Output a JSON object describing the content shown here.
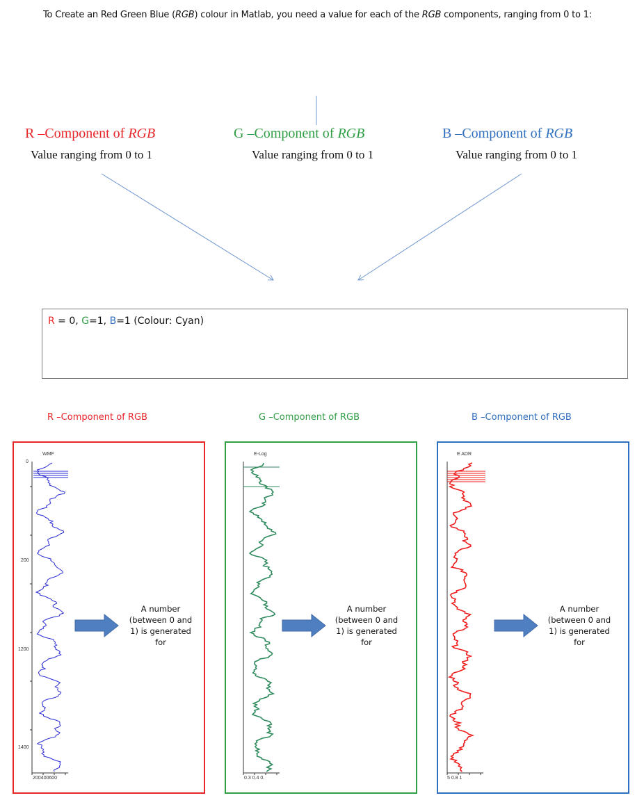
{
  "intro": {
    "part1": "To Create an Red Green Blue (",
    "rgb1": "RGB",
    "part2": ") colour in Matlab, you need a value for each of the ",
    "rgb2": "RGB",
    "part3": " components, ranging from 0 to 1:"
  },
  "components": [
    {
      "head": "R –Component of ",
      "head_rgb": "RGB",
      "sub": "Value ranging from 0 to 1",
      "color": "#e8262a"
    },
    {
      "head": "G –Component of ",
      "head_rgb": "RGB",
      "sub": "Value ranging from 0 to 1",
      "color": "#2f9e44"
    },
    {
      "head": "B –Component of ",
      "head_rgb": "RGB",
      "sub": "Value ranging from 0 to 1",
      "color": "#2f6fc0"
    }
  ],
  "result": {
    "r_label": "R",
    "r_value": " = 0, ",
    "g_label": "G",
    "g_value": "=1, ",
    "b_label": "B",
    "b_value": "=1 (Colour: Cyan)"
  },
  "panels": [
    {
      "title": "R –Component of RGB",
      "log_title": "WMF",
      "y_ticks": [
        "0",
        "200",
        "1200",
        "1400"
      ],
      "x_ticks": "200400600",
      "trace_color": "#2b2bd6",
      "frame_color": "#e8262a",
      "desc": [
        "A number",
        "(between 0 and",
        "1) is generated",
        "for"
      ]
    },
    {
      "title": "G –Component of RGB",
      "log_title": "E-Log",
      "x_ticks": "0.3 0.4 0.",
      "trace_color": "#2e8a5c",
      "frame_color": "#2f9e44",
      "desc": [
        "A number",
        "(between 0 and",
        "1) is generated",
        "for"
      ]
    },
    {
      "title": "B –Component of RGB",
      "log_title": "E ADR",
      "x_ticks": "5 0.8 1",
      "trace_color": "#ee1c1c",
      "frame_color": "#2f6fc0",
      "desc": [
        "A number",
        "(between 0 and",
        "1) is generated",
        "for"
      ]
    }
  ],
  "colors": {
    "arrow_fill": "#4f7fc0",
    "connector": "#6f98cf"
  }
}
